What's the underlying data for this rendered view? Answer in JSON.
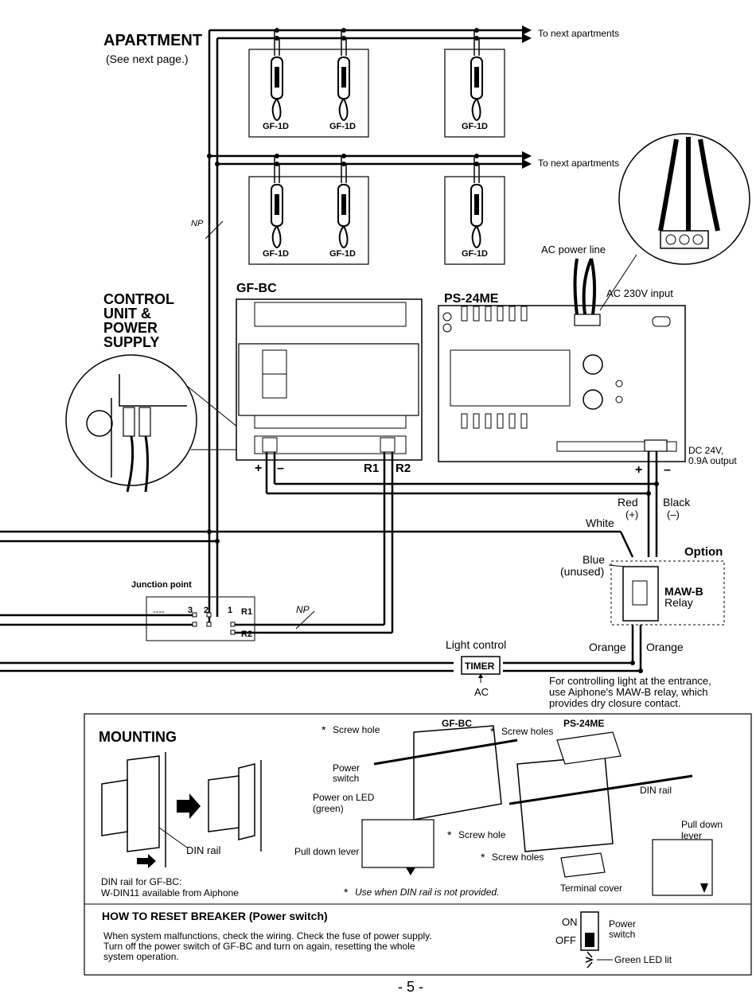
{
  "apartment": {
    "title": "APARTMENT",
    "subtitle": "(See next page.)",
    "to_next": "To next apartments",
    "handset_label": "GF-1D",
    "np_label": "NP"
  },
  "control_unit": {
    "title_line1": "CONTROL",
    "title_line2": "UNIT &",
    "title_line3": "POWER",
    "title_line4": "SUPPLY"
  },
  "gfbc": {
    "label": "GF-BC",
    "plus": "+",
    "minus": "–",
    "r1": "R1",
    "r2": "R2"
  },
  "ps24me": {
    "label": "PS-24ME",
    "ac_line": "AC power line",
    "ac_input": "AC 230V input",
    "dc_out_1": "DC 24V,",
    "dc_out_2": "0.9A output",
    "plus": "+",
    "minus": "–"
  },
  "wires": {
    "red": "Red",
    "red_sign": "(+)",
    "black": "Black",
    "black_sign": "(–)",
    "white": "White",
    "blue": "Blue",
    "unused": "(unused)",
    "orange": "Orange"
  },
  "option": {
    "label": "Option",
    "relay_name": "MAW-B",
    "relay_word": "Relay"
  },
  "junction": {
    "label": "Junction point",
    "dashes": "----",
    "t3": "3",
    "t2": "2",
    "t1": "1",
    "r1": "R1",
    "r2": "R2",
    "np": "NP"
  },
  "light": {
    "label": "Light control",
    "timer": "TIMER",
    "ac": "AC",
    "note_1": "For controlling light at the entrance,",
    "note_2": "use Aiphone's MAW-B relay, which",
    "note_3": "provides dry closure contact."
  },
  "mounting": {
    "title": "MOUNTING",
    "din_rail": "DIN rail",
    "din_note_1": "DIN rail for GF-BC:",
    "din_note_2": "W-DIN11 available from Aiphone",
    "screw_hole": "Screw hole",
    "screw_holes": "Screw holes",
    "gfbc": "GF-BC",
    "ps24me": "PS-24ME",
    "power_switch_1": "Power",
    "power_switch_2": "switch",
    "power_led_1": "Power on LED",
    "power_led_2": "(green)",
    "pull_down_lever": "Pull down lever",
    "pull_down_1": "Pull down",
    "pull_down_2": "lever",
    "terminal_cover": "Terminal cover",
    "din_rail_right": "DIN rail",
    "asterisk": "*",
    "use_note": "Use when DIN rail is not provided."
  },
  "reset": {
    "title": "HOW TO RESET  BREAKER (Power switch)",
    "line1": "When system malfunctions, check the wiring.  Check the fuse of power supply.",
    "line2": "Turn off the power switch of GF-BC and turn on again, resetting the whole",
    "line3": "system operation.",
    "on": "ON",
    "off": "OFF",
    "power": "Power",
    "switch": "switch",
    "led": "Green LED lit"
  },
  "page_number": "- 5 -"
}
